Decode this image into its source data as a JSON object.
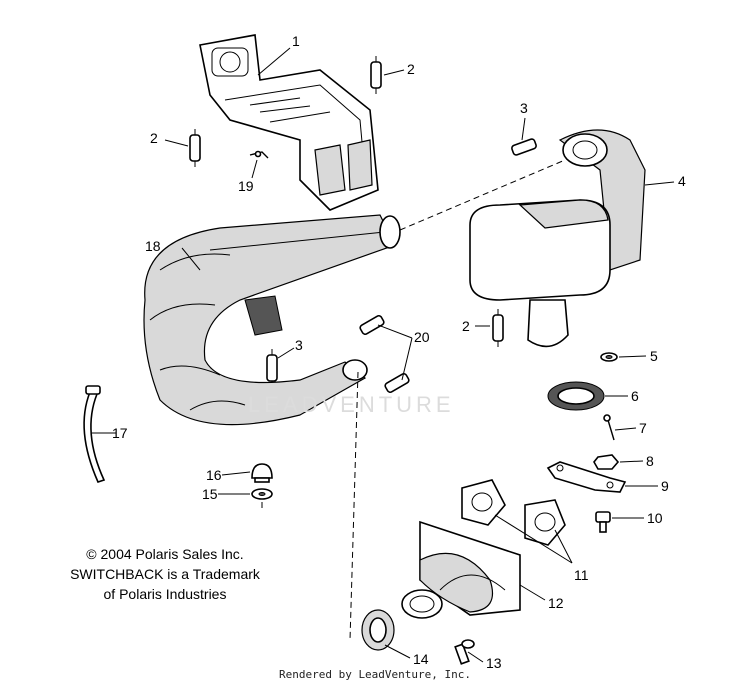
{
  "callouts": [
    "1",
    "2",
    "2",
    "2",
    "3",
    "3",
    "4",
    "5",
    "6",
    "7",
    "8",
    "9",
    "10",
    "11",
    "12",
    "13",
    "14",
    "15",
    "16",
    "17",
    "18",
    "19",
    "20"
  ],
  "copyright": {
    "line1": "© 2004 Polaris Sales Inc.",
    "line2": "SWITCHBACK is a Trademark",
    "line3": "of Polaris Industries"
  },
  "footer": "Rendered by LeadVenture, Inc.",
  "watermark": "LEADVENTURE"
}
